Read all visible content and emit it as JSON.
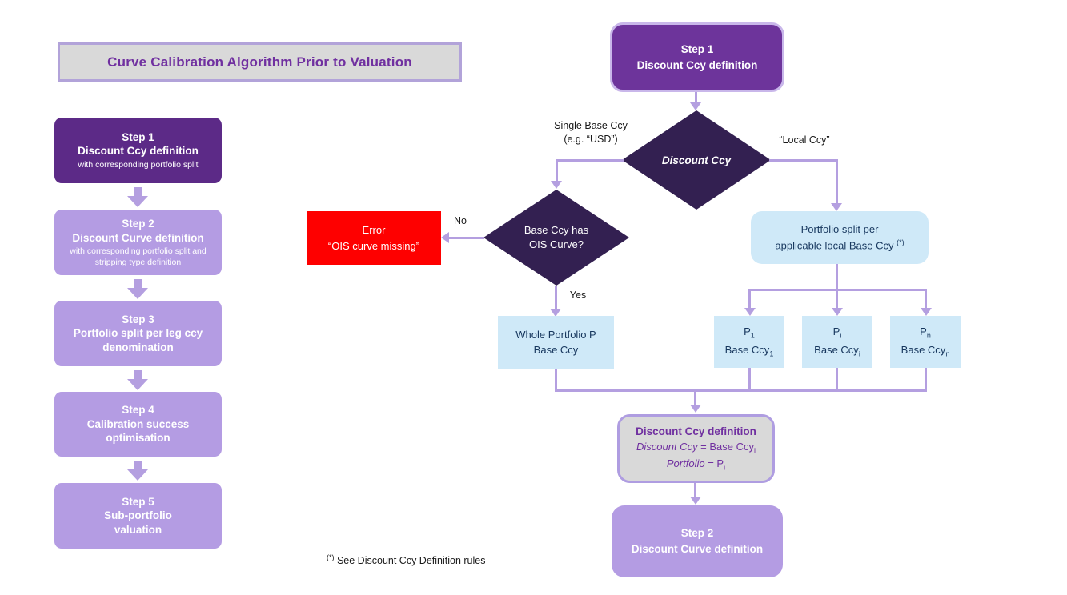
{
  "title": "Curve Calibration Algorithm Prior to Valuation",
  "colors": {
    "dark_purple": "#5c2a87",
    "light_purple": "#b49ce3",
    "flow_purple": "#6d349b",
    "diamond_navy": "#332051",
    "light_blue": "#cfe9f8",
    "error_red": "#fe0000",
    "gray": "#d9d9d9",
    "connector": "#b49fe0",
    "accent_text": "#7030a0",
    "blue_text": "#17375e"
  },
  "left_steps": [
    {
      "step": "Step 1",
      "name": "Discount Ccy definition",
      "note": "with corresponding portfolio split"
    },
    {
      "step": "Step 2",
      "name": "Discount Curve definition",
      "note": "with corresponding portfolio split and\nstripping type definition"
    },
    {
      "step": "Step 3",
      "name": "Portfolio split per leg ccy\ndenomination"
    },
    {
      "step": "Step 4",
      "name": "Calibration success optimisation"
    },
    {
      "step": "Step 5",
      "name": "Sub-portfolio\nvaluation"
    }
  ],
  "flow": {
    "step1": {
      "text": "Step 1\nDiscount Ccy definition"
    },
    "decision1": {
      "label": "Discount Ccy"
    },
    "branch_left_label": "Single Base Ccy\n(e.g. “USD”)",
    "branch_right_label": "“Local Ccy”",
    "decision2": {
      "label": "Base Ccy has\nOIS Curve?"
    },
    "no_label": "No",
    "yes_label": "Yes",
    "error": {
      "line1": "Error",
      "line2": "“OIS curve missing”"
    },
    "whole_portfolio": {
      "line1": "Whole Portfolio P",
      "line2": "Base Ccy"
    },
    "split": {
      "line1": "Portfolio split per",
      "line2_main": "applicable local Base Ccy ",
      "line2_sup": "(*)"
    },
    "p1": {
      "l1_main": "P",
      "l1_sub": "1",
      "l2_main": "Base Ccy",
      "l2_sub": "1"
    },
    "pi": {
      "l1_main": "P",
      "l1_sub": "i",
      "l2_main": "Base Ccy",
      "l2_sub": "i"
    },
    "pn": {
      "l1_main": "P",
      "l1_sub": "n",
      "l2_main": "Base Ccy",
      "l2_sub": "n"
    },
    "definition": {
      "line1": "Discount Ccy definition",
      "line2_italic": "Discount Ccy",
      "line2_rest": " = Base Ccy",
      "line2_sub": "i",
      "line3_italic": "Portfolio",
      "line3_rest": " = P",
      "line3_sub": "i"
    },
    "step2": {
      "text": "Step 2\nDiscount Curve definition"
    }
  },
  "footnote": {
    "sup": "(*)",
    "text": " See Discount Ccy Definition rules"
  }
}
